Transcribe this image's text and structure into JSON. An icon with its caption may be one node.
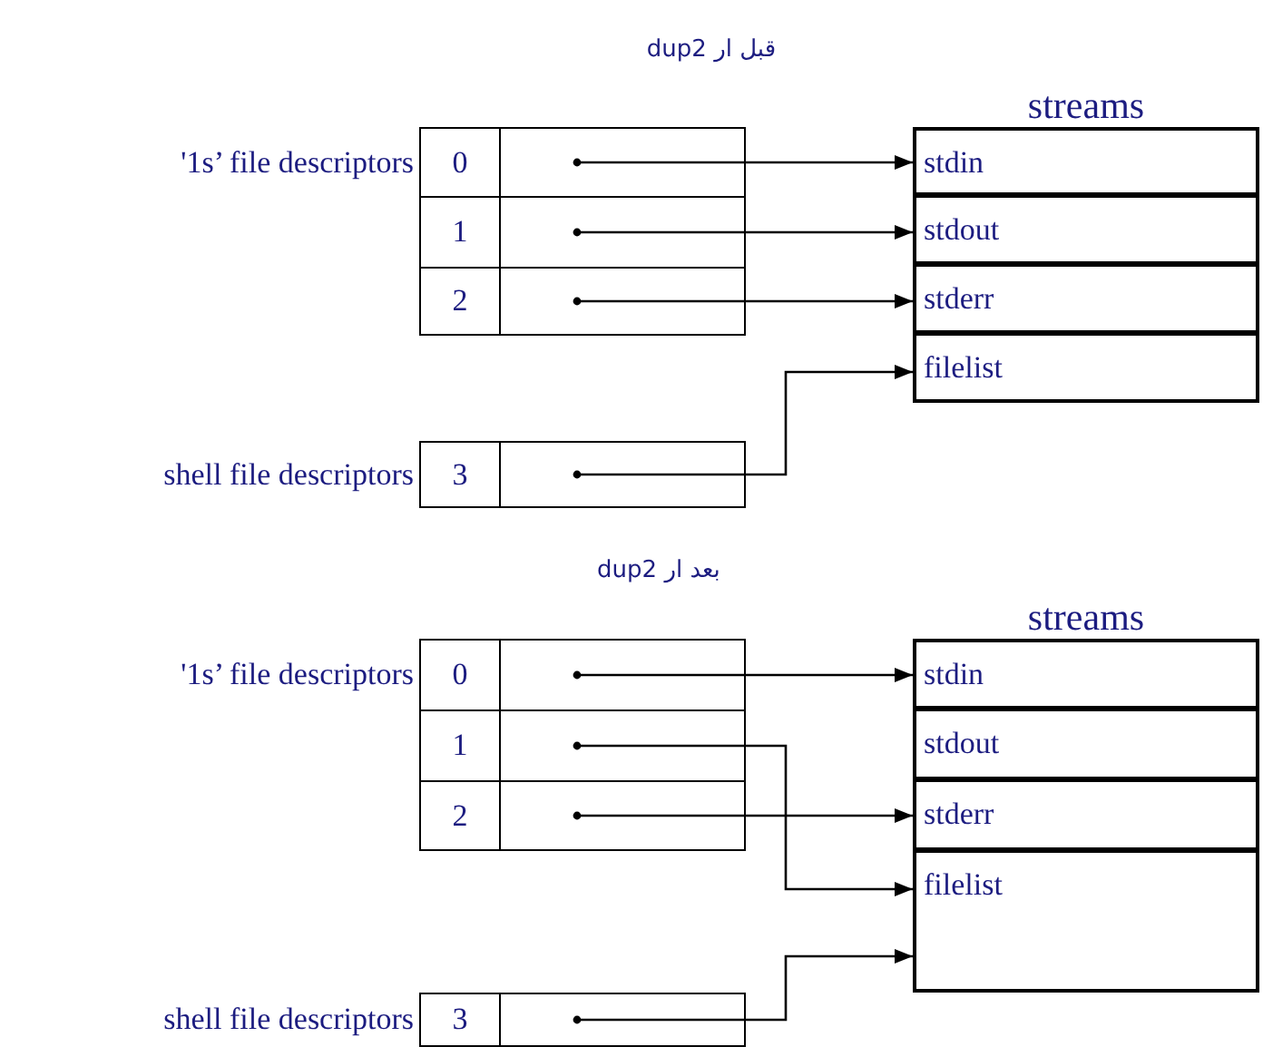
{
  "diagram": {
    "nodes": [
      {
        "text": [
          "streams"
        ]
      },
      {
        "text": [
          "stdin"
        ],
        "in": 0
      },
      {
        "text": [
          "stdout"
        ],
        "in": 0
      },
      {
        "text": [
          "stderr"
        ],
        "in": 0
      },
      {
        "text": [
          "filelist"
        ],
        "in": 0
      },
      {
        "text": [
          "0"
        ],
        "beside": [
          "'1s’ file descriptors"
        ]
      },
      {
        "text": [
          "1"
        ]
      },
      {
        "text": [
          "2"
        ]
      },
      {
        "text": [
          "3"
        ],
        "beside": [
          "shell file descriptors"
        ]
      },
      {
        "text": [
          "streams"
        ]
      },
      {
        "text": [
          "stdin"
        ],
        "in": 9
      },
      {
        "text": [
          "stdout"
        ],
        "in": 9
      },
      {
        "text": [
          "stderr"
        ],
        "in": 9
      },
      {
        "text": [
          "filelist"
        ],
        "in": 9
      },
      {
        "text": [
          "0"
        ],
        "beside": [
          "'1s’ file descriptors"
        ]
      },
      {
        "text": [
          "1"
        ]
      },
      {
        "text": [
          "2"
        ]
      },
      {
        "text": [
          "3"
        ],
        "beside": [
          "shell file descriptors"
        ]
      }
    ],
    "edges": [
      {
        "from": 5,
        "to": 1,
        "arrow": "to"
      },
      {
        "from": 6,
        "to": 2,
        "arrow": "to"
      },
      {
        "from": 7,
        "to": 3,
        "arrow": "to"
      },
      {
        "from": 8,
        "to": 4,
        "arrow": "to"
      },
      {
        "from": 14,
        "to": 10,
        "arrow": "to"
      },
      {
        "from": 15,
        "to": 13,
        "arrow": "to"
      },
      {
        "from": 16,
        "to": 12,
        "arrow": "to"
      },
      {
        "from": 17,
        "to": 13,
        "arrow": "to"
      }
    ],
    "labels": [
      "قبل ار dup2",
      "بعد ار dup2"
    ]
  }
}
